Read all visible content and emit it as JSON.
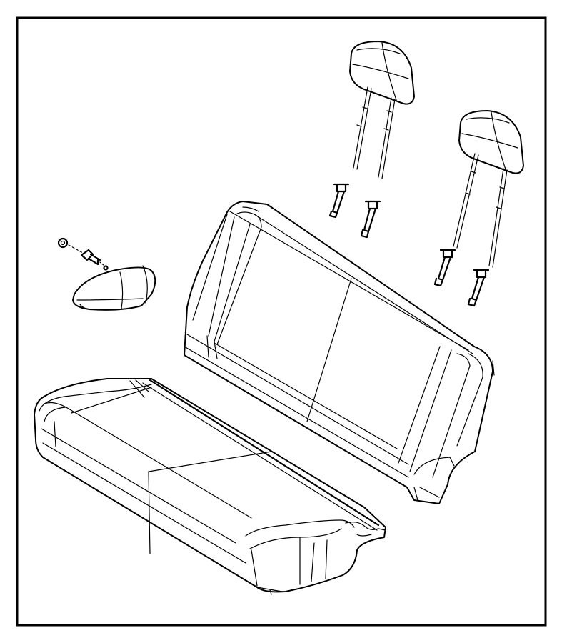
{
  "diagram": {
    "kind": "exploded parts illustration",
    "parts": [
      {
        "part": "headrest",
        "count": 2
      },
      {
        "part": "seat-back",
        "count": 1
      },
      {
        "part": "seat-cushion",
        "count": 1
      },
      {
        "part": "armrest",
        "count": 1
      },
      {
        "part": "fastener-set",
        "count": 1
      }
    ],
    "colors": {
      "line": "#000000",
      "background": "#ffffff"
    }
  }
}
